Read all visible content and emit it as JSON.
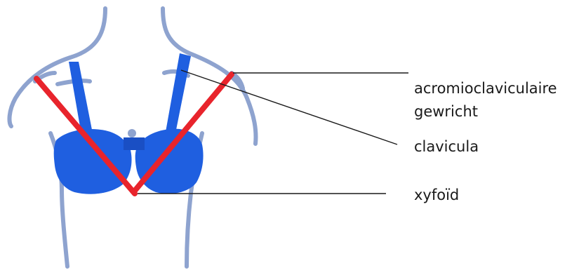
{
  "labels": {
    "acromioclavicular_line1": "acromioclaviculaire",
    "acromioclavicular_line2": "gewricht",
    "clavicula": "clavicula",
    "xyfoid": "xyfoïd"
  },
  "colors": {
    "outline": "#8ea3cf",
    "tissue": "#1f5fe0",
    "tissue_dark": "#1a4fc4",
    "measure_line": "#e8242c",
    "leader_line": "#1a1a1a"
  }
}
